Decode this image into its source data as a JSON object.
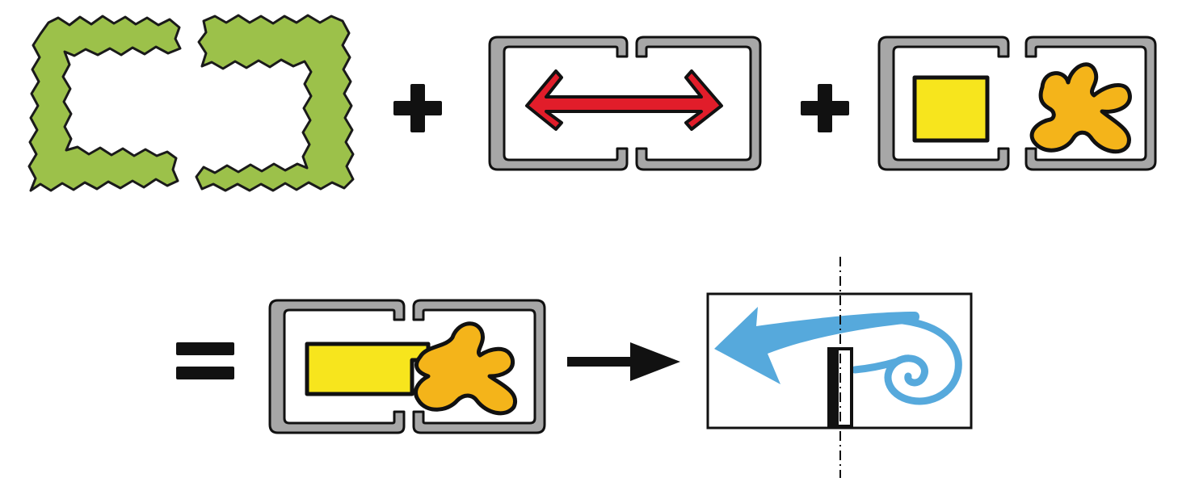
{
  "diagram": {
    "colors": {
      "hedge": "#9cc14a",
      "frame_gray": "#a7a7a7",
      "arrow_red": "#e11d2a",
      "yellow": "#f7e51d",
      "orange": "#f4b41a",
      "wind_blue": "#56a9dc",
      "ink": "#111111"
    },
    "operators": [
      "plus",
      "plus",
      "equals",
      "arrow-right"
    ],
    "panels": [
      {
        "id": "hedge-enclosure",
        "icon": "hedge-enclosure-icon"
      },
      {
        "id": "double-arrow-space",
        "icon": "double-arrow-icon"
      },
      {
        "id": "square-and-blob",
        "icon": "square-and-blob-icon"
      },
      {
        "id": "merged-shapes",
        "icon": "merged-shapes-icon"
      },
      {
        "id": "wind-flow-section",
        "icon": "wind-swirl-icon"
      }
    ]
  }
}
